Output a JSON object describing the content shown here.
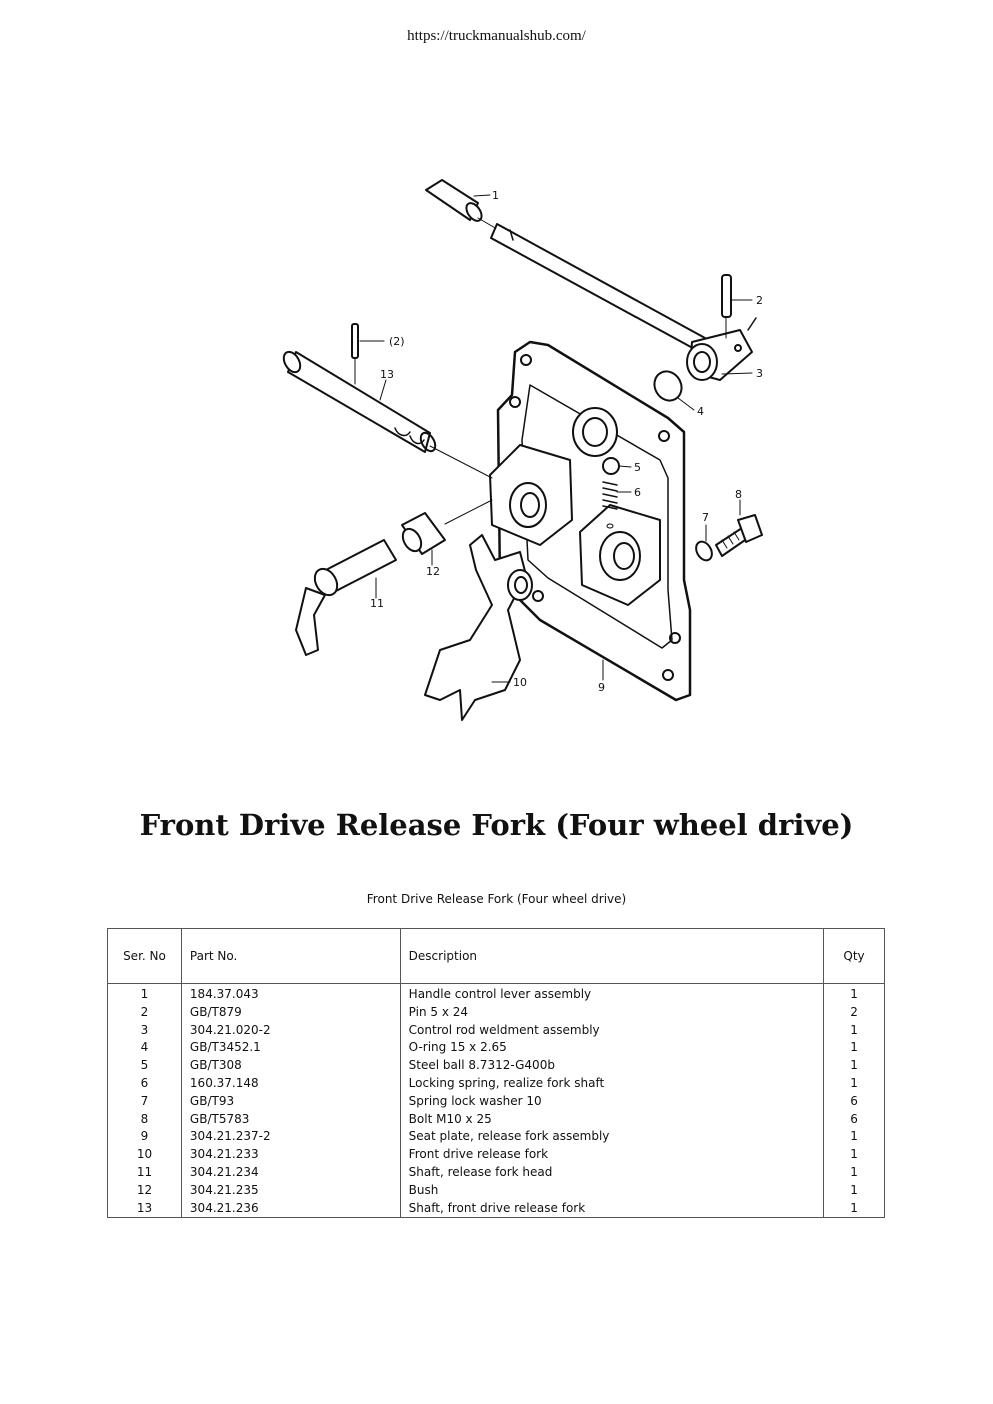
{
  "header": {
    "url": "https://truckmanualshub.com/"
  },
  "diagram": {
    "callouts": [
      "1",
      "2",
      "(2)",
      "3",
      "4",
      "5",
      "6",
      "7",
      "8",
      "9",
      "10",
      "11",
      "12",
      "13"
    ]
  },
  "page": {
    "title": "Front Drive Release Fork (Four wheel drive)",
    "caption": "Front Drive Release Fork (Four wheel drive)"
  },
  "table": {
    "headers": {
      "ser": "Ser. No",
      "part": "Part  No.",
      "desc": "Description",
      "qty": "Qty"
    },
    "rows": [
      {
        "ser": "1",
        "part": "184.37.043",
        "desc": "Handle control lever assembly",
        "qty": "1"
      },
      {
        "ser": "2",
        "part": "GB/T879",
        "desc": "Pin 5 x 24",
        "qty": "2"
      },
      {
        "ser": "3",
        "part": "304.21.020-2",
        "desc": "Control rod weldment assembly",
        "qty": "1"
      },
      {
        "ser": "4",
        "part": "GB/T3452.1",
        "desc": "O-ring 15 x 2.65",
        "qty": "1"
      },
      {
        "ser": "5",
        "part": "GB/T308",
        "desc": "Steel ball 8.7312-G400b",
        "qty": "1"
      },
      {
        "ser": "6",
        "part": "160.37.148",
        "desc": "Locking spring, realize fork shaft",
        "qty": "1"
      },
      {
        "ser": "7",
        "part": "GB/T93",
        "desc": "Spring lock washer 10",
        "qty": "6"
      },
      {
        "ser": "8",
        "part": "GB/T5783",
        "desc": "Bolt M10 x 25",
        "qty": "6"
      },
      {
        "ser": "9",
        "part": "304.21.237-2",
        "desc": "Seat plate, release fork assembly",
        "qty": "1"
      },
      {
        "ser": "10",
        "part": "304.21.233",
        "desc": "Front drive release fork",
        "qty": "1"
      },
      {
        "ser": "11",
        "part": "304.21.234",
        "desc": "Shaft, release fork head",
        "qty": "1"
      },
      {
        "ser": "12",
        "part": "304.21.235",
        "desc": "Bush",
        "qty": "1"
      },
      {
        "ser": "13",
        "part": "304.21.236",
        "desc": "Shaft, front drive release fork",
        "qty": "1"
      }
    ]
  }
}
